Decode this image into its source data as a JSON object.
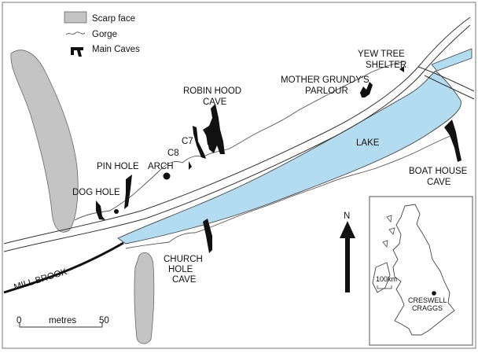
{
  "legend": {
    "scarp_face": "Scarp face",
    "gorge": "Gorge",
    "main_caves": "Main Caves"
  },
  "labels": {
    "yew_tree_1": "YEW TREE",
    "yew_tree_2": "SHELTER",
    "mother_grundy_1": "MOTHER GRUNDY'S",
    "mother_grundy_2": "PARLOUR",
    "robin_hood_1": "ROBIN HOOD",
    "robin_hood_2": "CAVE",
    "c7": "C7",
    "c8": "C8",
    "arch": "ARCH",
    "pin_hole": "PIN HOLE",
    "dog_hole": "DOG HOLE",
    "lake": "LAKE",
    "boat_house_1": "BOAT HOUSE",
    "boat_house_2": "CAVE",
    "church_hole_1": "CHURCH",
    "church_hole_2": "HOLE",
    "church_hole_3": "CAVE",
    "mill_brook": "MILL BROOK",
    "north": "N"
  },
  "scale_bar": {
    "start": "0",
    "unit": "metres",
    "end": "50"
  },
  "inset": {
    "scale": "100km",
    "site_1": "CRESWELL",
    "site_2": "CRAGGS"
  },
  "colors": {
    "water": "#b4dcf0",
    "scarp": "#c4c4c4",
    "cave": "#111111"
  }
}
